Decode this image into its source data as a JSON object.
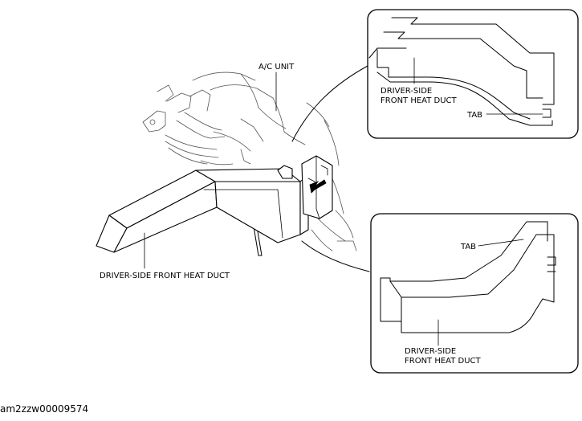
{
  "labels": {
    "ac_unit": "A/C UNIT",
    "main_duct": "DRIVER-SIDE FRONT HEAT DUCT",
    "top_duct_line1": "DRIVER-SIDE",
    "top_duct_line2": "FRONT HEAT DUCT",
    "top_tab": "TAB",
    "bottom_tab": "TAB",
    "bottom_duct_line1": "DRIVER-SIDE",
    "bottom_duct_line2": "FRONT HEAT DUCT"
  },
  "caption": "am2zzw00009574"
}
